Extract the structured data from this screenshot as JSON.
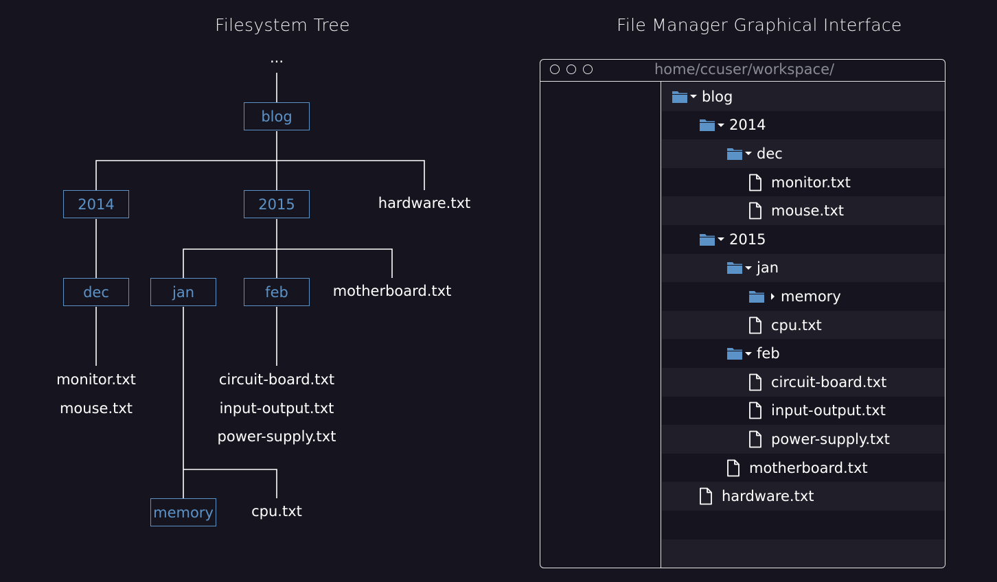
{
  "tree": {
    "heading": "Filesystem Tree",
    "ellipsis": "...",
    "folders": [
      "blog",
      "2014",
      "2015",
      "dec",
      "jan",
      "feb",
      "memory"
    ],
    "files": {
      "hardware": "hardware.txt",
      "motherboard": "motherboard.txt",
      "monitor": "monitor.txt",
      "mouse": "mouse.txt",
      "circuit_board": "circuit-board.txt",
      "input_output": "input-output.txt",
      "power_supply": "power-supply.txt",
      "cpu": "cpu.txt"
    },
    "colors": {
      "folder": "#5b93c9",
      "line": "#ffffff"
    }
  },
  "file_manager": {
    "heading": "File Manager Graphical Interface",
    "path": "home/ccuser/workspace/",
    "rows": [
      {
        "type": "folder",
        "name": "blog",
        "state": "expanded"
      },
      {
        "type": "folder",
        "name": "2014",
        "state": "expanded"
      },
      {
        "type": "folder",
        "name": "dec",
        "state": "expanded"
      },
      {
        "type": "file",
        "name": "monitor.txt"
      },
      {
        "type": "file",
        "name": "mouse.txt"
      },
      {
        "type": "folder",
        "name": "2015",
        "state": "expanded"
      },
      {
        "type": "folder",
        "name": "jan",
        "state": "expanded"
      },
      {
        "type": "folder",
        "name": "memory",
        "state": "collapsed"
      },
      {
        "type": "file",
        "name": "cpu.txt"
      },
      {
        "type": "folder",
        "name": "feb",
        "state": "expanded"
      },
      {
        "type": "file",
        "name": "circuit-board.txt"
      },
      {
        "type": "file",
        "name": "input-output.txt"
      },
      {
        "type": "file",
        "name": "power-supply.txt"
      },
      {
        "type": "file",
        "name": "motherboard.txt"
      },
      {
        "type": "file",
        "name": "hardware.txt"
      }
    ],
    "icons": {
      "folder": "folder-icon",
      "file": "file-icon",
      "expanded": "caret-down-icon",
      "collapsed": "caret-right-icon"
    },
    "colors": {
      "folder_icon": "#5b93c9",
      "row_alt": "#201f29",
      "border": "#e6e6e6",
      "path_text": "#8a8a95"
    }
  }
}
